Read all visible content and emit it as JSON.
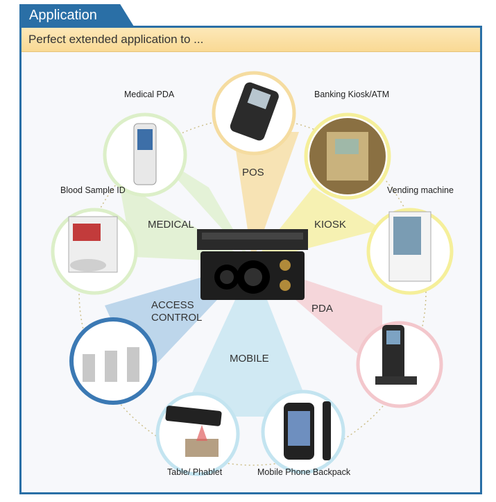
{
  "header": {
    "tab_title": "Application",
    "subtitle": "Perfect extended application to ..."
  },
  "categories": {
    "pos": "POS",
    "kiosk": "KIOSK",
    "pda": "PDA",
    "mobile": "MOBILE",
    "access_line1": "ACCESS",
    "access_line2": "CONTROL",
    "medical": "MEDICAL"
  },
  "nodes": {
    "pos": "",
    "medical_pda": "Medical PDA",
    "banking": "Banking Kiosk/ATM",
    "blood": "Blood Sample ID",
    "vending": "Vending machine",
    "table": "Table/ Phablet",
    "backpack": "Mobile Phone Backpack"
  },
  "colors": {
    "accent": "#2a6fa6",
    "pos": "#f7dc9c",
    "kiosk": "#f5ef9a",
    "pda": "#f3c7cc",
    "mobile": "#c3e4f0",
    "access": "#a9cbe6",
    "medical": "#dcefc8"
  }
}
